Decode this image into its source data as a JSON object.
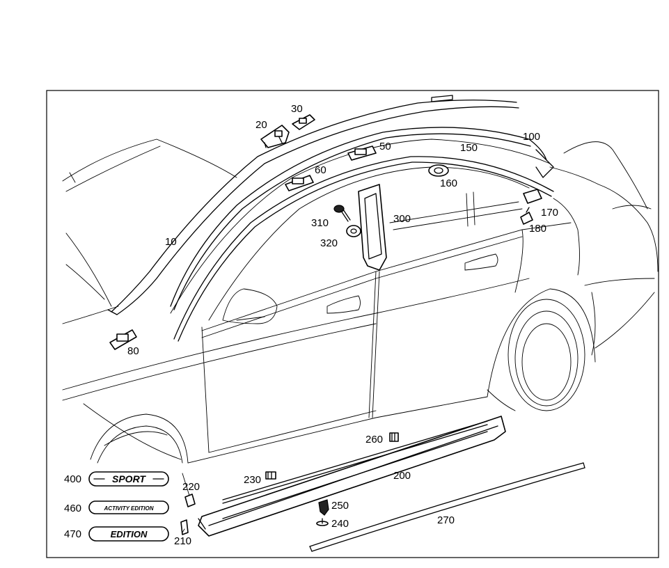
{
  "callouts": {
    "c10": "10",
    "c20": "20",
    "c30": "30",
    "c50": "50",
    "c60": "60",
    "c80": "80",
    "c100": "100",
    "c150": "150",
    "c160": "160",
    "c170": "170",
    "c180": "180",
    "c200": "200",
    "c210": "210",
    "c220": "220",
    "c230": "230",
    "c240": "240",
    "c250": "250",
    "c260": "260",
    "c270": "270",
    "c300": "300",
    "c310": "310",
    "c320": "320",
    "c400": "400",
    "c460": "460",
    "c470": "470"
  },
  "badges": {
    "sport": "SPORT",
    "activity": "ACTIVITY EDITION",
    "edition": "EDITION"
  },
  "colors": {
    "line": "#000000",
    "background": "#ffffff"
  }
}
